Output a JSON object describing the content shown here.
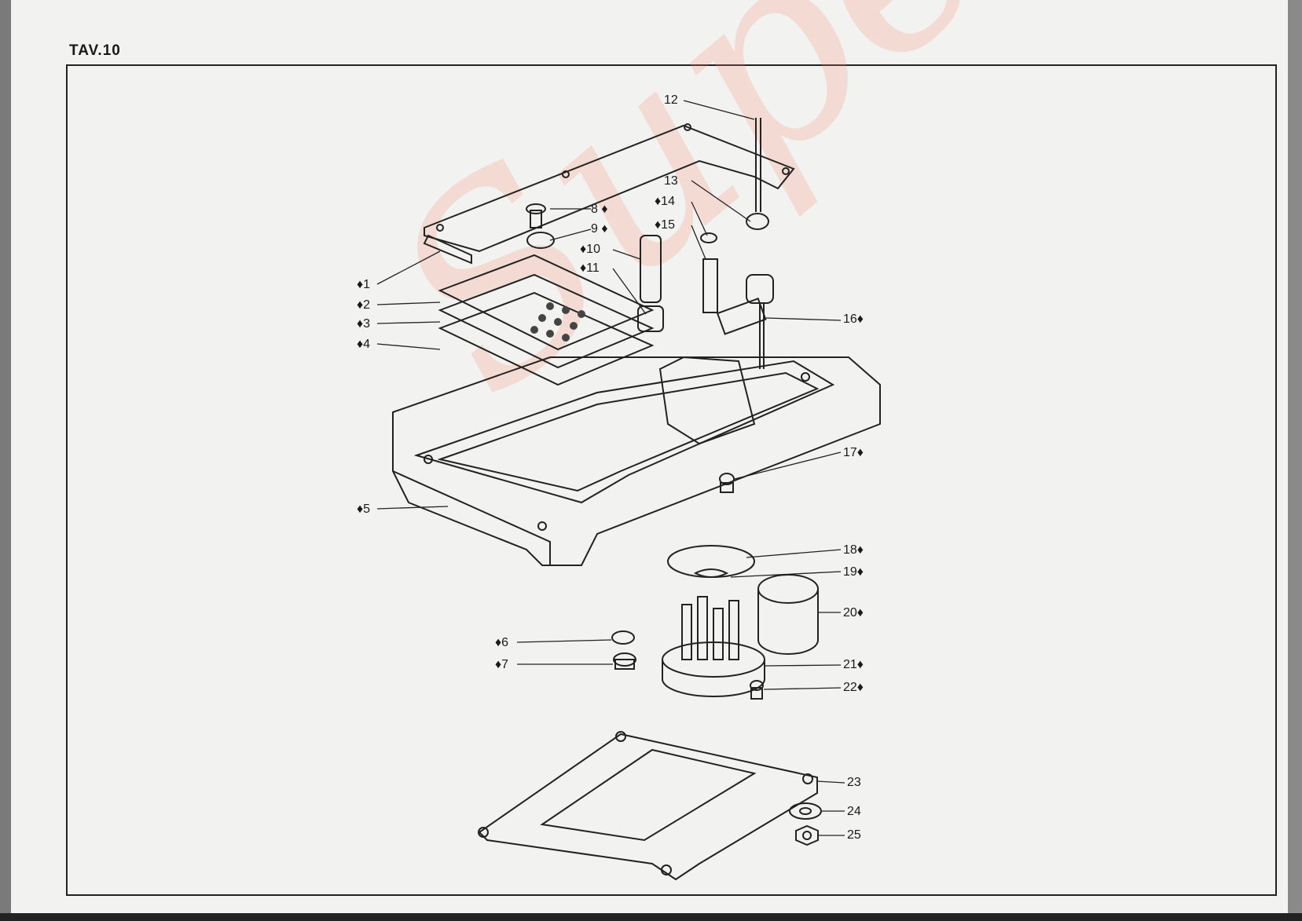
{
  "page": {
    "title": "TAV.10",
    "watermark": "Superior"
  },
  "callouts": {
    "c1": "♦1",
    "c2": "♦2",
    "c3": "♦3",
    "c4": "♦4",
    "c5": "♦5",
    "c6": "♦6",
    "c7": "♦7",
    "c8": "8 ♦",
    "c9": "9 ♦",
    "c10": "♦10",
    "c11": "♦11",
    "c12": "12",
    "c13": "13",
    "c14": "♦14",
    "c15": "♦15",
    "c16": "16♦",
    "c17": "17♦",
    "c18": "18♦",
    "c19": "19♦",
    "c20": "20♦",
    "c21": "21♦",
    "c22": "22♦",
    "c23": "23",
    "c24": "24",
    "c25": "25"
  }
}
